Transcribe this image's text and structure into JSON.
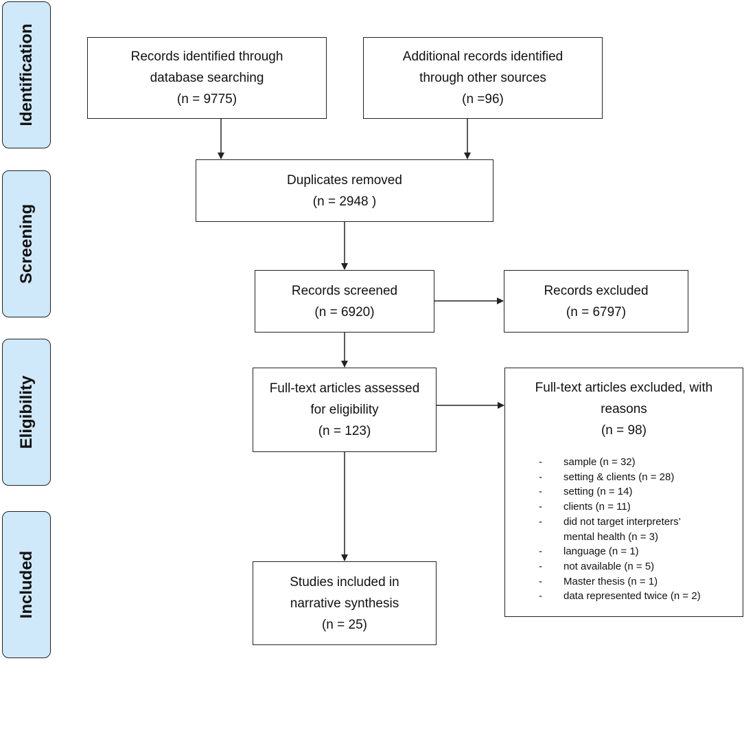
{
  "phases": {
    "identification": "Identification",
    "screening": "Screening",
    "eligibility": "Eligibility",
    "included": "Included"
  },
  "boxes": {
    "database_records": {
      "line1": "Records identified through",
      "line2": "database searching",
      "line3": "(n =  9775)"
    },
    "other_records": {
      "line1": "Additional records identified",
      "line2": "through other sources",
      "line3": "(n =96)"
    },
    "duplicates": {
      "line1": "Duplicates removed",
      "line2": "(n = 2948 )"
    },
    "screened": {
      "line1": "Records screened",
      "line2": "(n = 6920)"
    },
    "excluded": {
      "line1": "Records excluded",
      "line2": "(n = 6797)"
    },
    "fulltext": {
      "line1": "Full-text articles assessed",
      "line2": "for eligibility",
      "line3": "(n = 123)"
    },
    "fulltext_excluded": {
      "line1": "Full-text articles excluded, with",
      "line2": "reasons",
      "line3": "(n =  98)",
      "reasons": [
        {
          "dash": "-",
          "lines": [
            "sample (n = 32)"
          ]
        },
        {
          "dash": "-",
          "lines": [
            "setting & clients (n = 28)"
          ]
        },
        {
          "dash": "-",
          "lines": [
            "setting (n = 14)"
          ]
        },
        {
          "dash": "-",
          "lines": [
            "clients (n = 11)"
          ]
        },
        {
          "dash": "-",
          "lines": [
            "did not target interpreters’",
            "mental health (n = 3)"
          ]
        },
        {
          "dash": "-",
          "lines": [
            "language (n = 1)"
          ]
        },
        {
          "dash": "-",
          "lines": [
            "not available (n = 5)"
          ]
        },
        {
          "dash": "-",
          "lines": [
            "Master thesis (n = 1)"
          ]
        },
        {
          "dash": "-",
          "lines": [
            "data represented twice (n = 2)"
          ]
        }
      ]
    },
    "included": {
      "line1": "Studies included in",
      "line2": "narrative synthesis",
      "line3": "(n = 25)"
    }
  }
}
